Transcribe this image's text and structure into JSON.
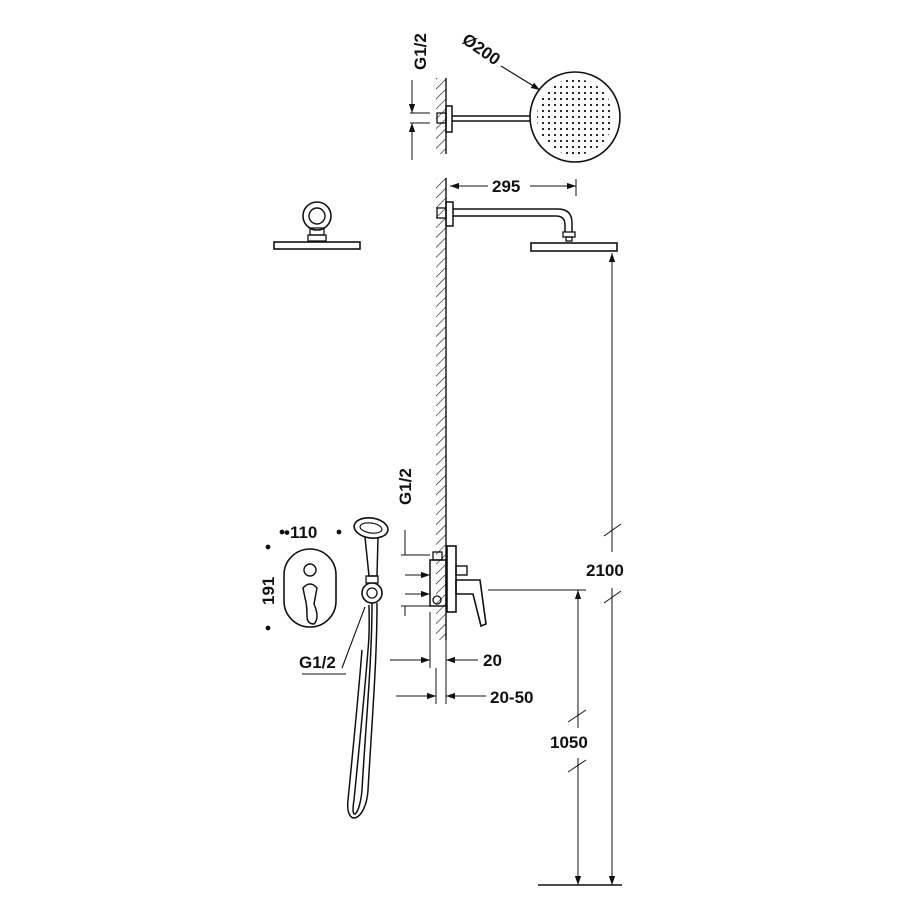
{
  "colors": {
    "line": "#111111",
    "background": "#ffffff"
  },
  "labels": {
    "top_thread": "G1/2",
    "head_diameter": "Ø200",
    "arm_length": "295",
    "mixer_thread": "G1/2",
    "plate_width": "•110",
    "plate_height": "191",
    "hose_thread": "G1/2",
    "wall_depth_20": "20",
    "wall_depth_range": "20-50",
    "shower_height": "2100",
    "mixer_height": "1050"
  }
}
